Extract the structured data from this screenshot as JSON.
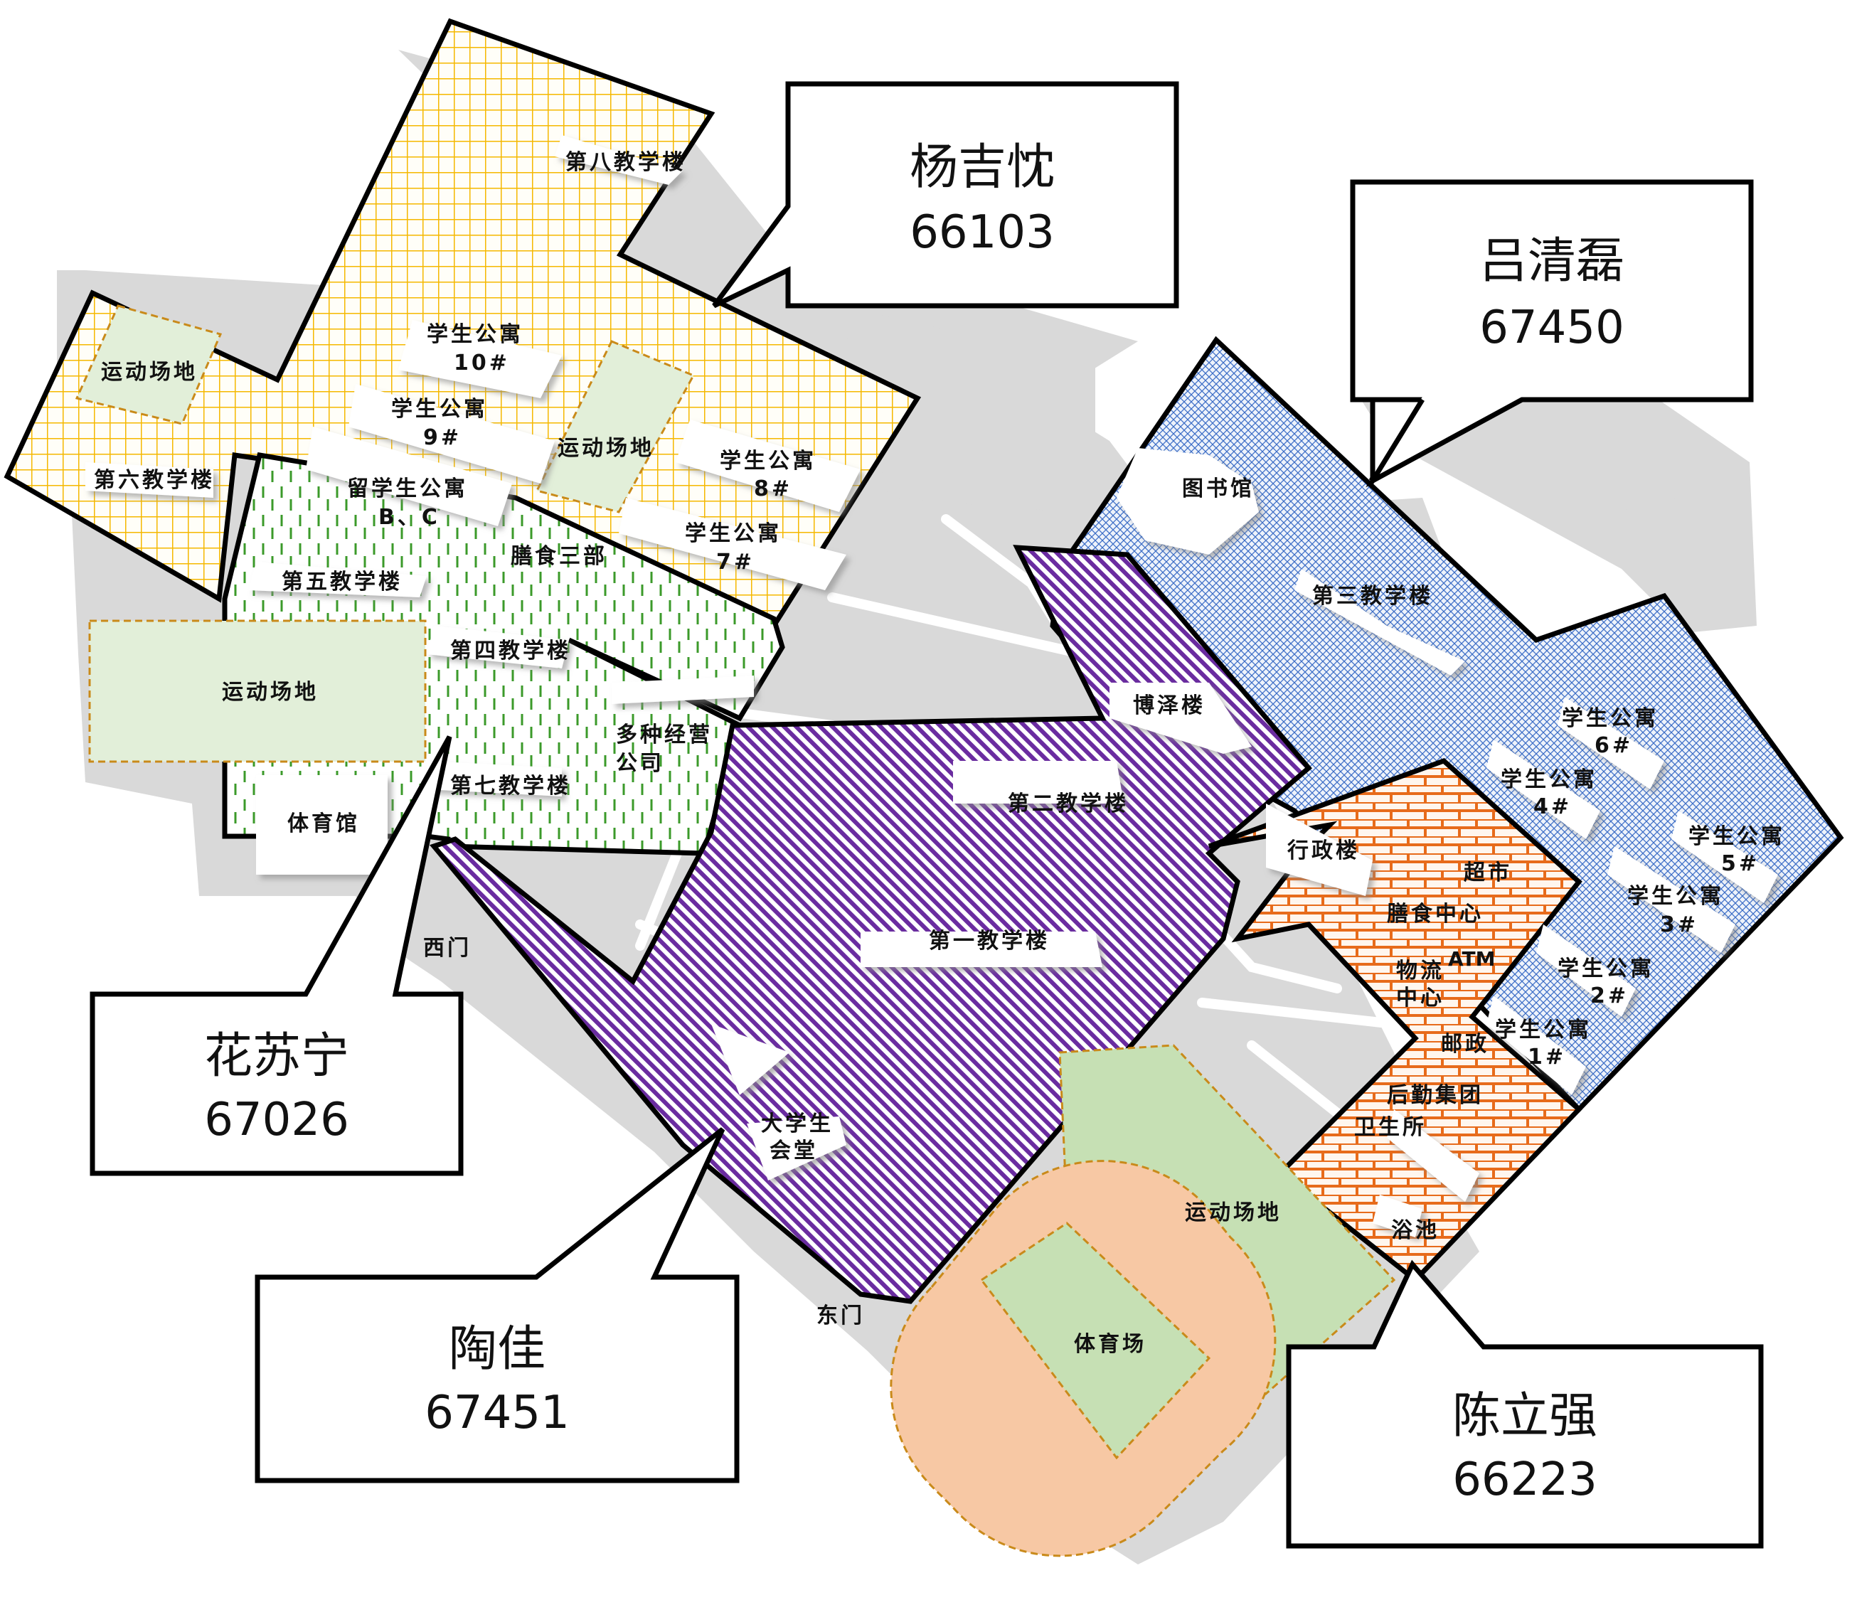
{
  "colors": {
    "road": "#d9d9d9",
    "yellow_zone": "#f5b800",
    "green_zone": "#3b9a2a",
    "blue_zone": "#3e6fc7",
    "purple_zone": "#6a2ca0",
    "orange_zone": "#e76b1b",
    "field": "#e2efd9",
    "track": "#f7c8a4"
  },
  "callouts": {
    "north": {
      "name": "杨吉忱",
      "number": "66103"
    },
    "northeast": {
      "name": "吕清磊",
      "number": "67450"
    },
    "west": {
      "name": "花苏宁",
      "number": "67026"
    },
    "south": {
      "name": "陶佳",
      "number": "67451"
    },
    "southeast": {
      "name": "陈立强",
      "number": "66223"
    }
  },
  "labels": {
    "teaching_8": "第八教学楼",
    "teaching_6": "第六教学楼",
    "sports_field_nw": "运动场地",
    "apt_10_a": "学生公寓",
    "apt_10_b": "10#",
    "apt_9_a": "学生公寓",
    "apt_9_b": "9#",
    "sports_field_center": "运动场地",
    "apt_8_a": "学生公寓",
    "apt_8_b": "8#",
    "intl_apt_a": "留学生公寓",
    "intl_apt_b": "B、C",
    "apt_7_a": "学生公寓",
    "apt_7_b": "7#",
    "dining_3": "膳食三部",
    "teaching_5": "第五教学楼",
    "teaching_4": "第四教学楼",
    "sports_field_w": "运动场地",
    "multi_biz_a": "多种经营",
    "multi_biz_b": "公司",
    "teaching_7": "第七教学楼",
    "gym": "体育馆",
    "west_gate": "西门",
    "library": "图书馆",
    "teaching_3": "第三教学楼",
    "boze": "博泽楼",
    "teaching_2": "第二教学楼",
    "teaching_1": "第一教学楼",
    "hall_a": "大学生",
    "hall_b": "会堂",
    "east_gate": "东门",
    "admin": "行政楼",
    "supermarket": "超市",
    "dining_center": "膳食中心",
    "logistics_a": "物流",
    "logistics_b": "中心",
    "atm": "ATM",
    "post": "邮政",
    "logistics_group": "后勤集团",
    "clinic": "卫生所",
    "bath": "浴池",
    "apt_6_a": "学生公寓",
    "apt_6_b": "6#",
    "apt_4_a": "学生公寓",
    "apt_4_b": "4#",
    "apt_5_a": "学生公寓",
    "apt_5_b": "5#",
    "apt_3_a": "学生公寓",
    "apt_3_b": "3#",
    "apt_2_a": "学生公寓",
    "apt_2_b": "2#",
    "apt_1_a": "学生公寓",
    "apt_1_b": "1#",
    "sports_field_se": "运动场地",
    "stadium": "体育场"
  }
}
